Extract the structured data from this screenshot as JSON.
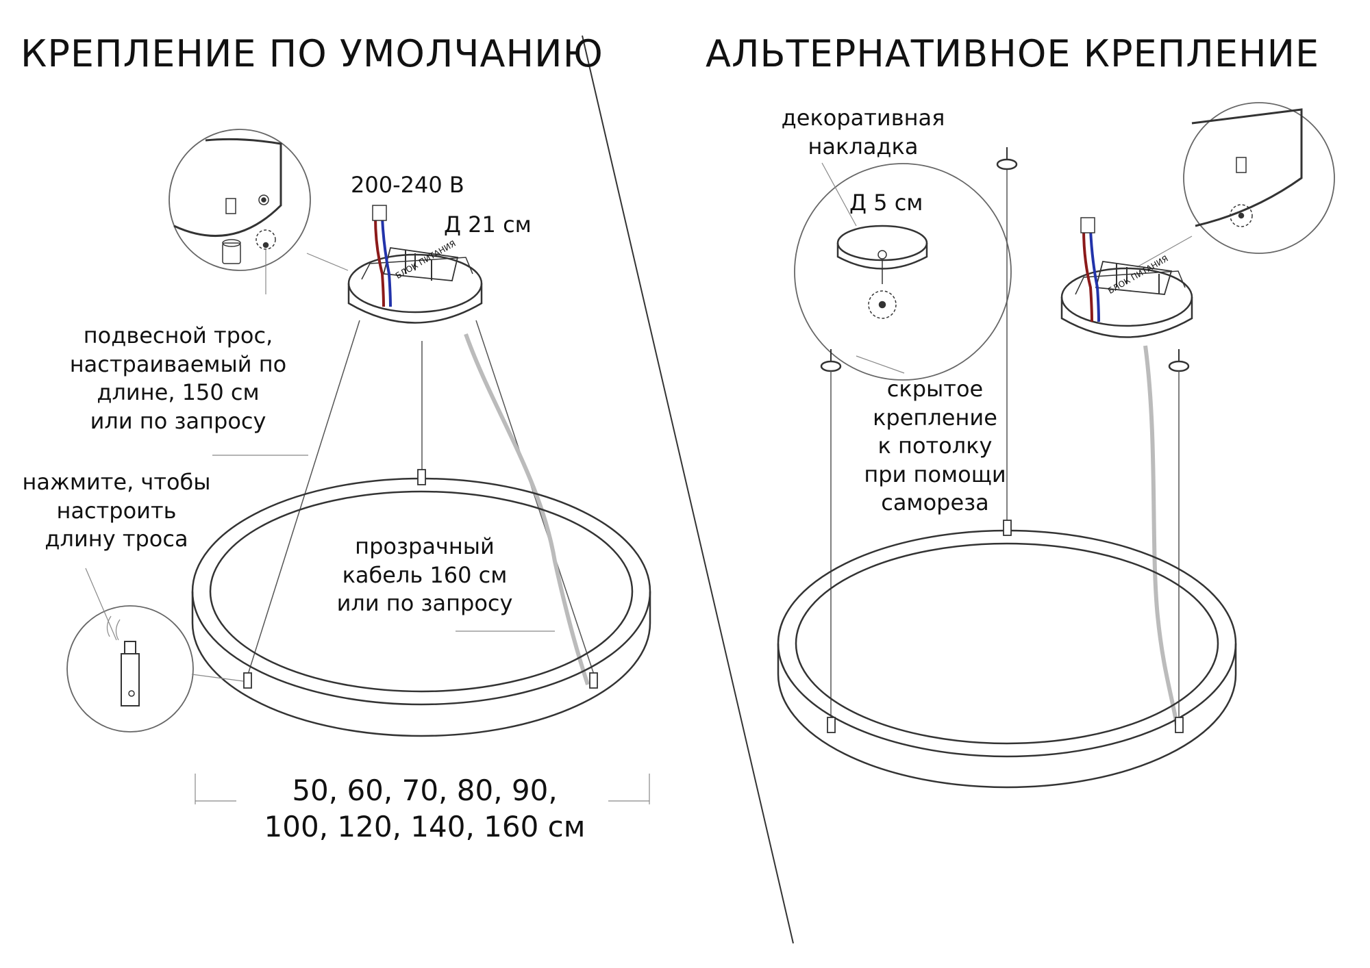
{
  "left_panel": {
    "title": "КРЕПЛЕНИЕ ПО УМОЛЧАНИЮ",
    "voltage": "200-240 В",
    "canopy_diameter": "Д 21 см",
    "psu_label": "БЛОК ПИТАНИЯ",
    "cable_note": [
      "подвесной трос,",
      "настраиваемый по",
      "длине, 150 см",
      "или по запросу"
    ],
    "press_note": [
      "нажмите, чтобы",
      "настроить",
      "длину троса"
    ],
    "wire_note": [
      "прозрачный",
      "кабель 160 см",
      "или по запросу"
    ],
    "sizes": [
      "50, 60, 70, 80, 90,",
      "100, 120, 140, 160 см"
    ]
  },
  "right_panel": {
    "title": "АЛЬТЕРНАТИВНОЕ КРЕПЛЕНИЕ",
    "decor_note": [
      "декоративная",
      "накладка"
    ],
    "decor_diameter": "Д 5 см",
    "psu_label": "БЛОК ПИТАНИЯ",
    "hidden_note": [
      "скрытое",
      "крепление",
      "к потолку",
      "при помощи",
      "самореза"
    ]
  },
  "colors": {
    "line": "#333333",
    "thin": "#888888",
    "wire_red": "#8b1a1a",
    "wire_blue": "#2233aa",
    "clear_cable": "#bbbbbb"
  }
}
